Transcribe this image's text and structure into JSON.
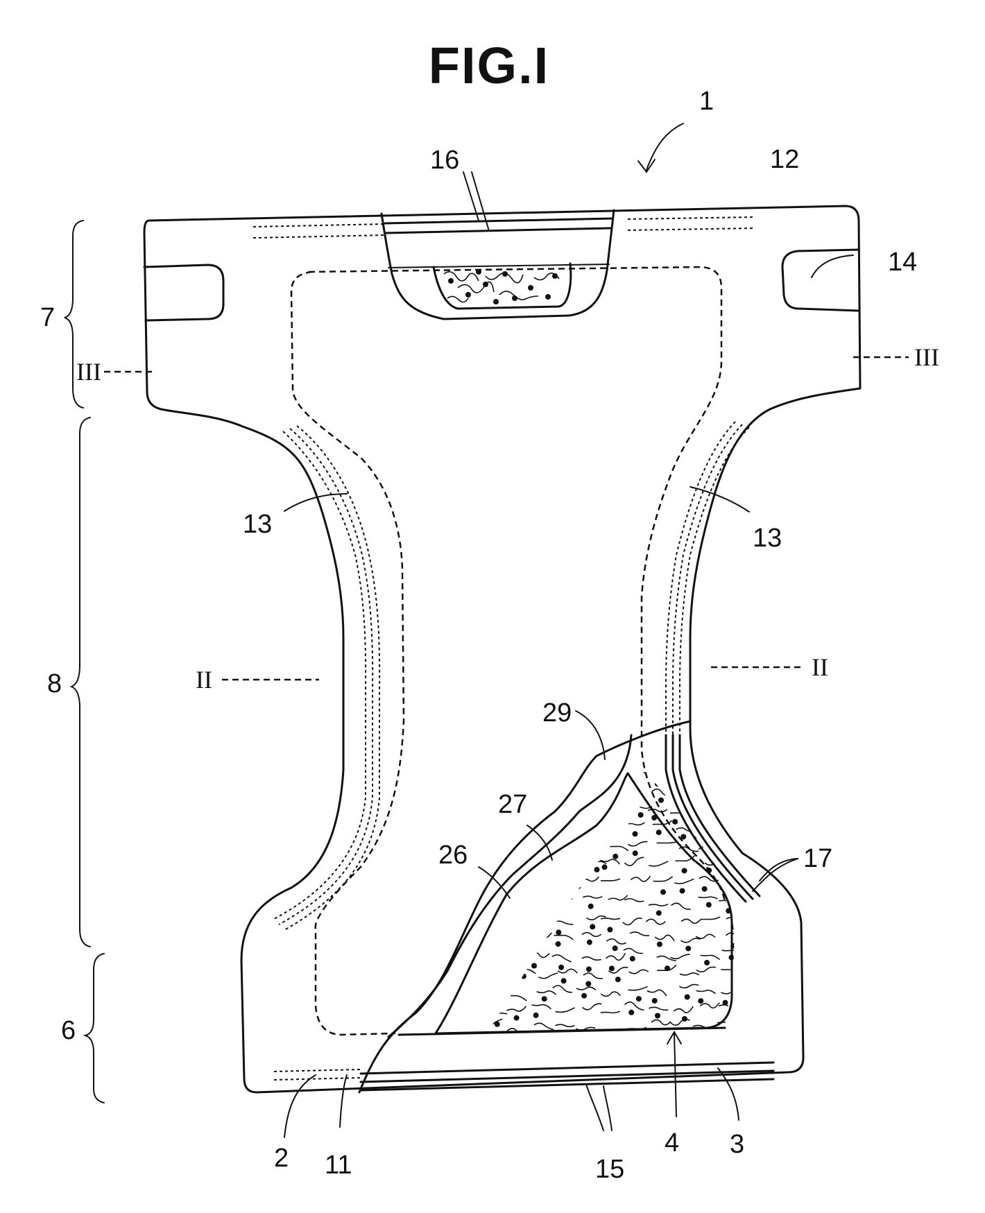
{
  "figure": {
    "title": "FIG.I"
  },
  "labels": {
    "n1": "1",
    "n2": "2",
    "n3": "3",
    "n4": "4",
    "n6": "6",
    "n7": "7",
    "n8": "8",
    "n11": "11",
    "n12": "12",
    "n13_left": "13",
    "n13_right": "13",
    "n14": "14",
    "n15": "15",
    "n16": "16",
    "n17": "17",
    "n26": "26",
    "n27": "27",
    "n29": "29"
  },
  "section_marks": {
    "ii_left": "II",
    "ii_right": "II",
    "iii_left": "III",
    "iii_right": "III"
  }
}
